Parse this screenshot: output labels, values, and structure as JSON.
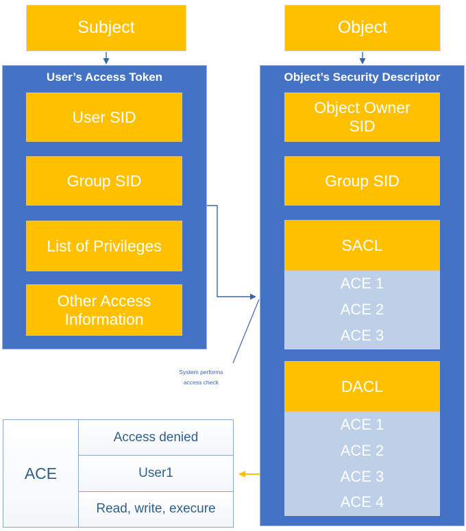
{
  "diagram": {
    "title": "Windows access control: access token vs security descriptor",
    "colors": {
      "amber": "#FFC000",
      "blue": "#4472C4",
      "light_blue": "#BDD0E7",
      "connector_blue": "#4472C4",
      "connector_yellow": "#FFC000",
      "table_text": "#2E5F8A"
    }
  },
  "left": {
    "top_box": "Subject",
    "container_title": "User’s Access Token",
    "items": [
      {
        "label": "User SID"
      },
      {
        "label": "Group SID"
      },
      {
        "label": "List of Privileges"
      },
      {
        "label": "Other Access Information"
      }
    ]
  },
  "right": {
    "top_box": "Object",
    "container_title": "Object’s Security Descriptor",
    "items": [
      {
        "label": "Object Owner SID"
      },
      {
        "label": "Group SID"
      }
    ],
    "acls": [
      {
        "label": "SACL",
        "entries": [
          "ACE 1",
          "ACE 2",
          "ACE 3"
        ]
      },
      {
        "label": "DACL",
        "entries": [
          "ACE 1",
          "ACE 2",
          "ACE 3",
          "ACE 4"
        ]
      }
    ]
  },
  "annotation": {
    "line1": "System performs",
    "line2": "access check"
  },
  "ace_table": {
    "label": "ACE",
    "rows": [
      "Access denied",
      "User1",
      "Read, write, execure"
    ]
  }
}
